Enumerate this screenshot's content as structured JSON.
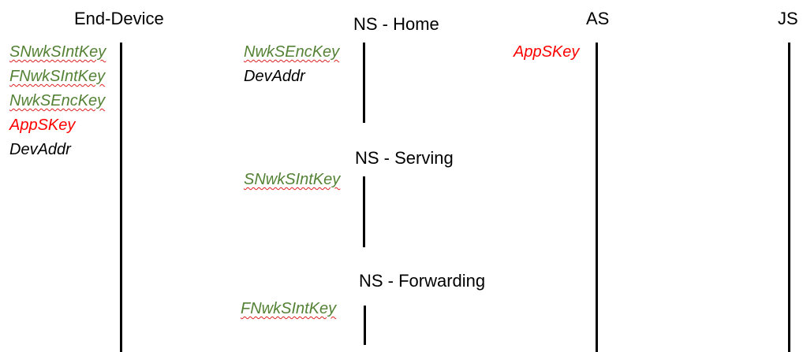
{
  "columns": {
    "end_device": "End-Device",
    "ns_home": "NS - Home",
    "as": "AS",
    "js": "JS",
    "ns_serving": "NS - Serving",
    "ns_forwarding": "NS - Forwarding"
  },
  "end_device_keys": [
    "SNwkSIntKey",
    "FNwkSIntKey",
    "NwkSEncKey",
    "AppSKey",
    "DevAddr"
  ],
  "ns_home_keys": [
    "NwkSEncKey",
    "DevAddr"
  ],
  "as_keys": [
    "AppSKey"
  ],
  "ns_serving_keys": [
    "SNwkSIntKey"
  ],
  "ns_forwarding_keys": [
    "FNwkSIntKey"
  ],
  "colors": {
    "network_key": "#548235",
    "app_key": "#ff0000",
    "address": "#000000"
  }
}
